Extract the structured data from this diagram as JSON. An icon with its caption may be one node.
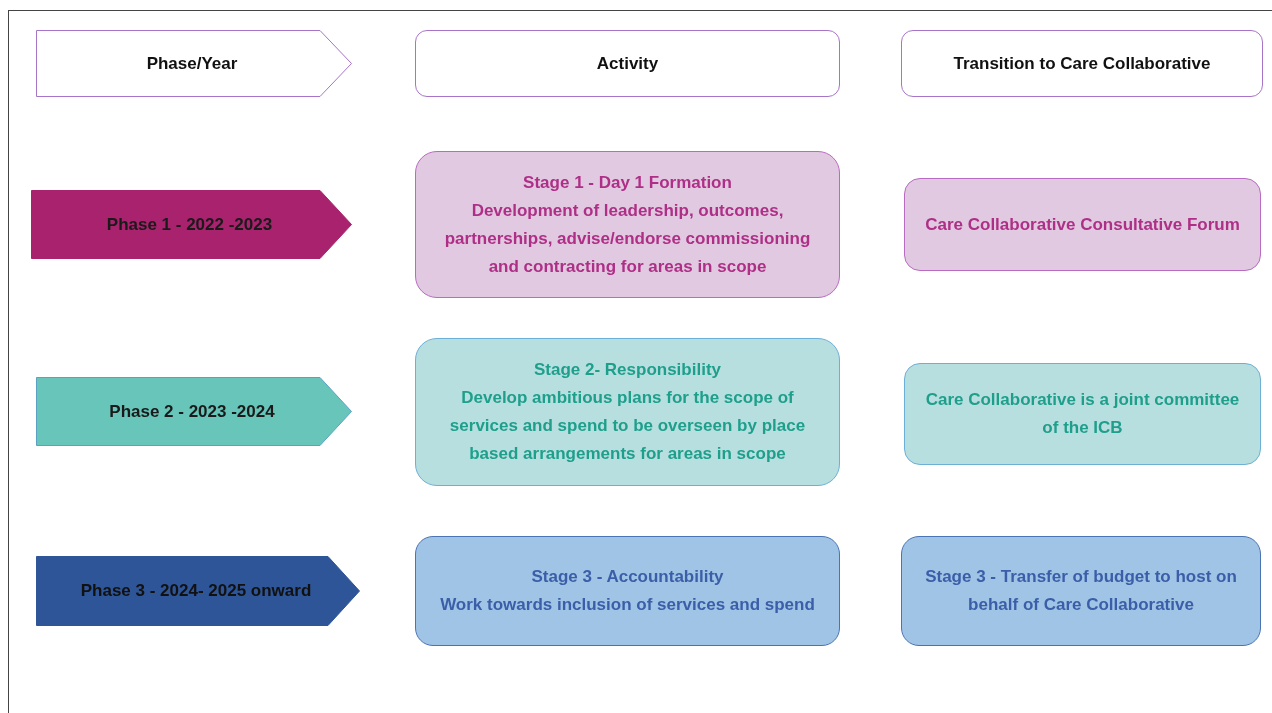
{
  "diagram": {
    "nodes": [
      {
        "text": [
          "Phase/Year"
        ]
      },
      {
        "text": [
          "Activity"
        ]
      },
      {
        "text": [
          "Transition to Care Collaborative"
        ]
      },
      {
        "text": [
          "Phase 1 - 2022 -2023"
        ]
      },
      {
        "text": [
          "Stage 1 - Day 1 Formation",
          "Development of leadership, outcomes, partnerships, advise/endorse commissioning and contracting for areas in scope"
        ]
      },
      {
        "text": [
          "Care Collaborative Consultative Forum"
        ]
      },
      {
        "text": [
          "Phase 2 - 2023 -2024"
        ]
      },
      {
        "text": [
          "Stage 2- Responsibility",
          "Develop ambitious plans for the scope of services and spend to be overseen by place based arrangements for areas in scope"
        ]
      },
      {
        "text": [
          "Care Collaborative is a joint committee of the ICB"
        ]
      },
      {
        "text": [
          "Phase 3 - 2024- 2025 onward"
        ]
      },
      {
        "text": [
          "Stage 3 - Accountability",
          "Work towards inclusion of services and spend"
        ]
      },
      {
        "text": [
          "Stage 3 - Transfer of budget to host on behalf of Care Collaborative"
        ]
      }
    ]
  }
}
